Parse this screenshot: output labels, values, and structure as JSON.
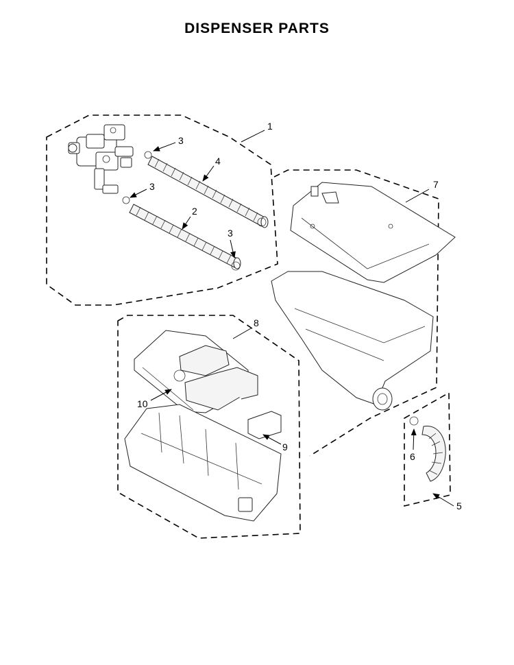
{
  "title": "DISPENSER PARTS",
  "callouts": {
    "c1": "1",
    "c2": "2",
    "c3a": "3",
    "c3b": "3",
    "c3c": "3",
    "c4": "4",
    "c5": "5",
    "c6": "6",
    "c7": "7",
    "c8": "8",
    "c9": "9",
    "c10": "10"
  }
}
